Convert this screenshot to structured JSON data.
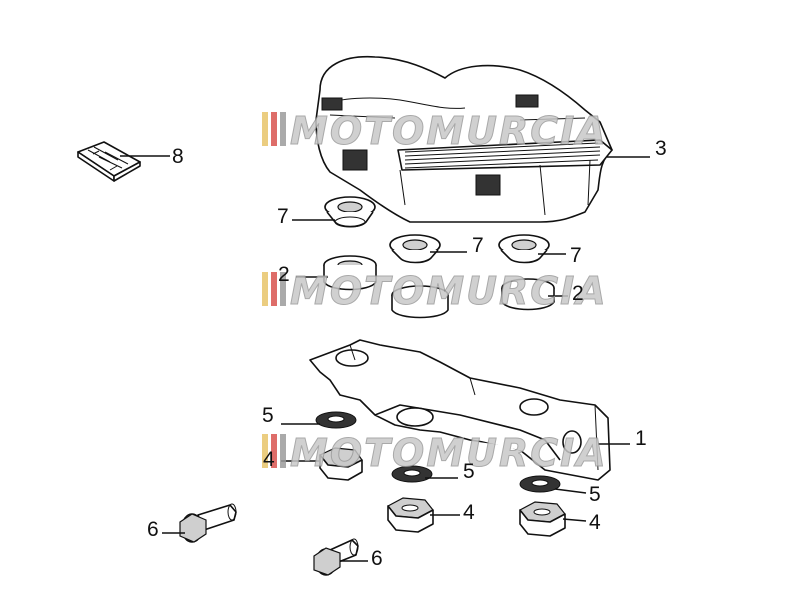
{
  "diagram": {
    "callouts": [
      {
        "id": "c8",
        "label": "8"
      },
      {
        "id": "c3",
        "label": "3"
      },
      {
        "id": "c7a",
        "label": "7"
      },
      {
        "id": "c7b",
        "label": "7"
      },
      {
        "id": "c7c",
        "label": "7"
      },
      {
        "id": "c2a",
        "label": "2"
      },
      {
        "id": "c2b",
        "label": "2"
      },
      {
        "id": "c1",
        "label": "1"
      },
      {
        "id": "c5a",
        "label": "5"
      },
      {
        "id": "c5b",
        "label": "5"
      },
      {
        "id": "c5c",
        "label": "5"
      },
      {
        "id": "c4a",
        "label": "4"
      },
      {
        "id": "c4b",
        "label": "4"
      },
      {
        "id": "c4c",
        "label": "4"
      },
      {
        "id": "c6a",
        "label": "6"
      },
      {
        "id": "c6b",
        "label": "6"
      }
    ],
    "watermark": {
      "text": "MOTOMURCIA",
      "stripe_colors": [
        "#e8c46a",
        "#d9534f",
        "#9b9b9b"
      ]
    }
  }
}
